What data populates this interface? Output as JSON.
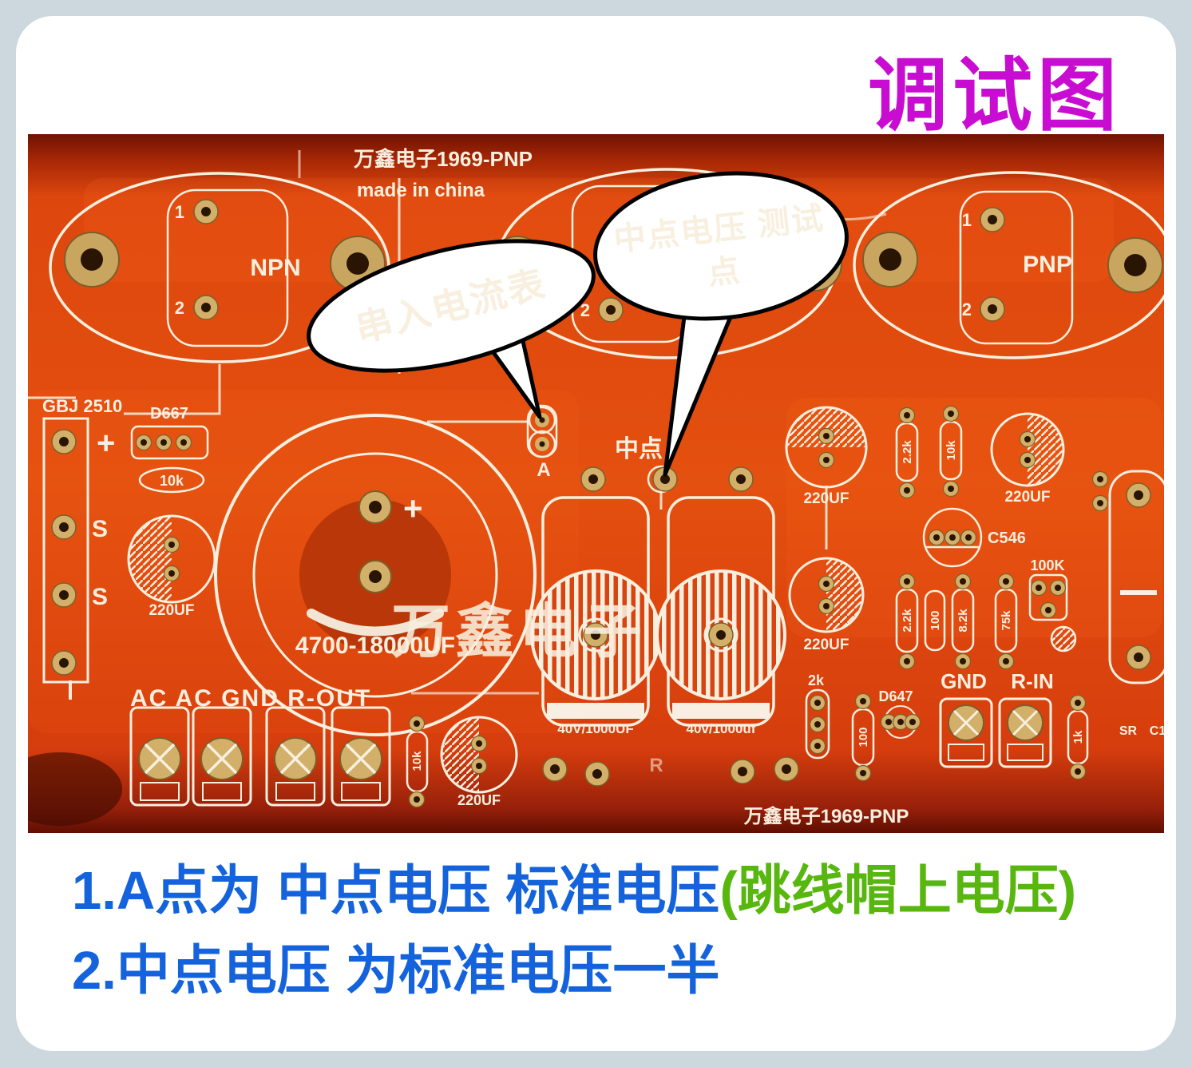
{
  "title": "调试图",
  "pcb": {
    "brand_top": "万鑫电子1969-PNP",
    "origin": "made in china",
    "brand_bottom": "万鑫电子1969-PNP",
    "watermark": "万鑫电子",
    "npn": "NPN",
    "pnp": "PNP",
    "pin1": "1",
    "pin2": "2",
    "gbj": "GBJ 2510",
    "plus": "+",
    "s": "S",
    "d667": "D667",
    "r10k": "10k",
    "cap_main": "4700-18000UF",
    "cap220": "220UF",
    "point_a": "A",
    "midpoint": "中点",
    "cap40_l": "40V/1000UF",
    "cap40_r": "40v/1000uf",
    "r_mark": "R",
    "r22k": "2.2k",
    "r100": "100",
    "r82k": "8.2k",
    "r75k": "75k",
    "r100k": "100K",
    "c546": "C546",
    "r2k": "2k",
    "d647": "D647",
    "gnd": "GND",
    "rin": "R-IN",
    "r1k": "1k",
    "sr": "SR",
    "c1": "C1",
    "ac_row": "AC AC GND R-OUT"
  },
  "bubbles": {
    "ammeter": "串入电流表",
    "midpoint_line1": "中点电压 测试",
    "midpoint_line2": "点"
  },
  "captions": {
    "line1_blue": "1.A点为 中点电压 标准电压",
    "line1_green": "(跳线帽上电压)",
    "line2": "2.中点电压 为标准电压一半"
  },
  "colors": {
    "title_magenta": "#c90cd1",
    "caption_blue": "#1463dc",
    "caption_green": "#58b70e",
    "bubble_purple": "#5b23cf",
    "watermark_green": "#2f9e17",
    "board_red": "#e4500f"
  }
}
